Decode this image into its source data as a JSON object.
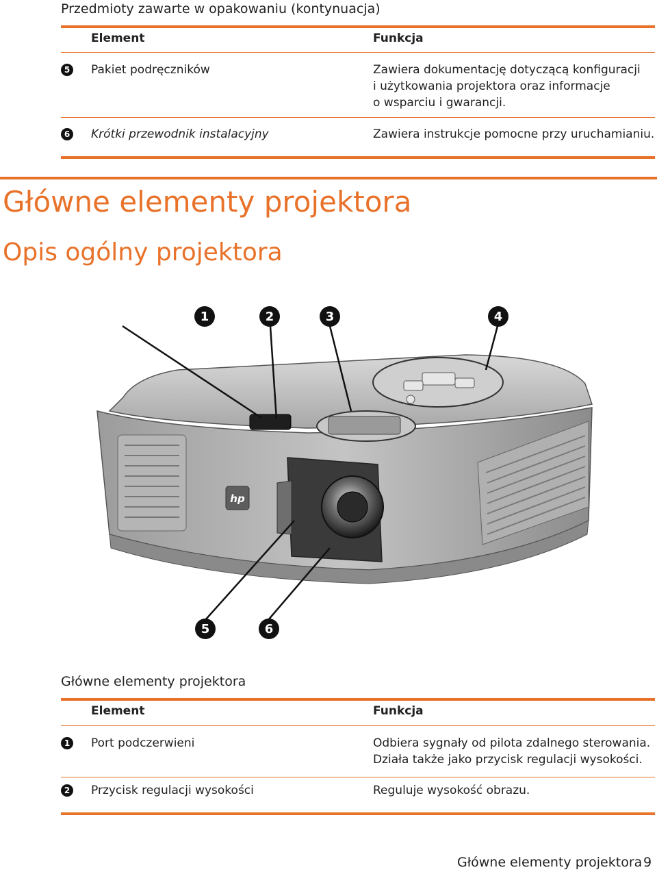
{
  "top_section": {
    "caption": "Przedmioty zawarte w opakowaniu (kontynuacja)",
    "header": {
      "element": "Element",
      "function": "Funkcja"
    },
    "rows": [
      {
        "num": "5",
        "element": "Pakiet podręczników",
        "function_lines": [
          "Zawiera dokumentację dotyczącą konfiguracji",
          "i użytkowania projektora oraz informacje",
          "o wsparciu i gwarancji."
        ]
      },
      {
        "num": "6",
        "element": "Krótki przewodnik instalacyjny",
        "function_lines": [
          "Zawiera instrukcje pomocne przy uruchamianiu."
        ]
      }
    ]
  },
  "heading": "Główne elementy projektora",
  "subheading": "Opis ogólny projektora",
  "figure": {
    "callouts": [
      "1",
      "2",
      "3",
      "4",
      "5",
      "6"
    ],
    "logo": "hp"
  },
  "bottom_section": {
    "caption": "Główne elementy projektora",
    "header": {
      "element": "Element",
      "function": "Funkcja"
    },
    "rows": [
      {
        "num": "1",
        "element": "Port podczerwieni",
        "function_lines": [
          "Odbiera sygnały od pilota zdalnego sterowania.",
          "Działa także jako przycisk regulacji wysokości."
        ]
      },
      {
        "num": "2",
        "element": "Przycisk regulacji wysokości",
        "function_lines": [
          "Reguluje wysokość obrazu."
        ]
      }
    ]
  },
  "footer": {
    "title": "Główne elementy projektora",
    "page": "9"
  },
  "colors": {
    "accent": "#e8722a",
    "text": "#222222"
  }
}
